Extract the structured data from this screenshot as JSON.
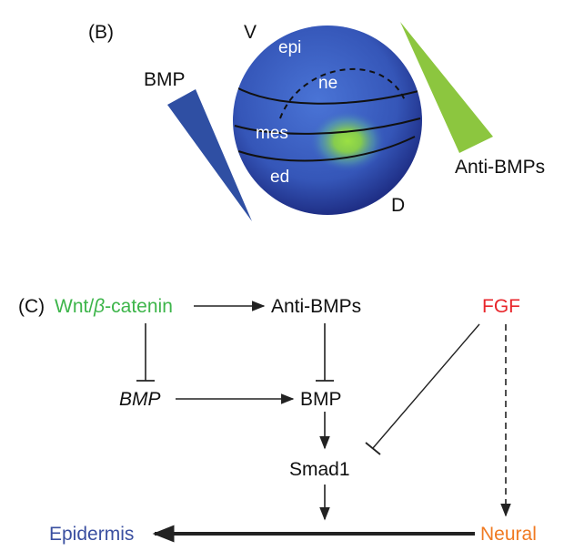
{
  "panel_b": {
    "label": "(B)",
    "axis_v": "V",
    "axis_d": "D",
    "bmp_label": "BMP",
    "anti_bmp_label": "Anti-BMPs",
    "regions": {
      "epi": "epi",
      "ne": "ne",
      "mes": "mes",
      "ed": "ed"
    },
    "colors": {
      "bmp_wedge": "#2f4fa3",
      "anti_bmp_wedge": "#8cc63f",
      "embryo_dark": "#2b3f9c",
      "embryo_light": "#3b63c8",
      "organizer": "#8ed840"
    }
  },
  "panel_c": {
    "label": "(C)",
    "nodes": {
      "wnt_prefix": "Wnt/",
      "wnt_beta": "β",
      "wnt_suffix": "-catenin",
      "anti_bmps": "Anti-BMPs",
      "fgf": "FGF",
      "bmp_gene": "BMP",
      "bmp_protein": "BMP",
      "smad1": "Smad1",
      "epidermis": "Epidermis",
      "neural": "Neural"
    },
    "colors": {
      "wnt": "#3db54a",
      "fgf": "#e8262b",
      "epidermis": "#3a4fa0",
      "neural": "#f07a22",
      "line": "#222222"
    }
  }
}
